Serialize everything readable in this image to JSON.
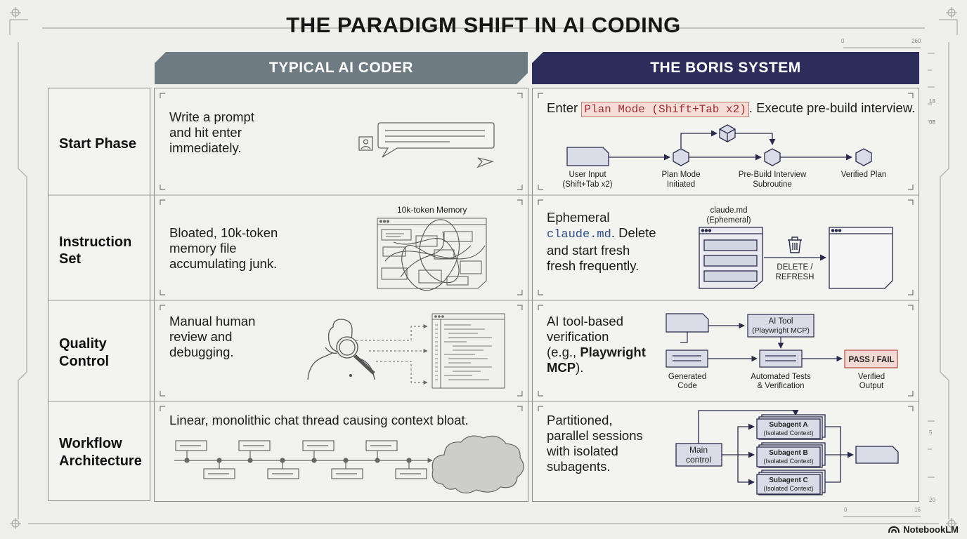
{
  "title": "THE PARADIGM SHIFT IN AI CODING",
  "columns": {
    "typical": "TYPICAL AI CODER",
    "boris": "THE BORIS SYSTEM"
  },
  "rows": {
    "start": {
      "label": "Start Phase"
    },
    "instruction": {
      "label_line1": "Instruction",
      "label_line2": "Set"
    },
    "quality": {
      "label_line1": "Quality",
      "label_line2": "Control"
    },
    "workflow": {
      "label_line1": "Workflow",
      "label_line2": "Architecture"
    }
  },
  "typical": {
    "start": {
      "line1": "Write a prompt",
      "line2": "and hit enter",
      "line3": "immediately."
    },
    "instruction": {
      "line1": "Bloated, 10k-token",
      "line2": "memory file",
      "line3": "accumulating junk.",
      "diagram_label": "10k-token Memory"
    },
    "quality": {
      "line1": "Manual human",
      "line2": "review and",
      "line3": "debugging."
    },
    "workflow": {
      "text": "Linear, monolithic chat thread causing context bloat."
    }
  },
  "boris": {
    "start": {
      "prefix": "Enter ",
      "highlight": "Plan Mode (Shift+Tab x2)",
      "suffix": ". Execute pre-build interview.",
      "nodes": {
        "user_input_1": "User Input",
        "user_input_2": "(Shift+Tab x2)",
        "plan_mode_1": "Plan Mode",
        "plan_mode_2": "Initiated",
        "interview_1": "Pre-Build Interview",
        "interview_2": "Subroutine",
        "verified": "Verified Plan"
      }
    },
    "instruction": {
      "line1": "Ephemeral",
      "code": "claude.md",
      "line2_suffix": ". Delete",
      "line3": "and start fresh",
      "line4": "fresh frequently.",
      "file_label_1": "claude.md",
      "file_label_2": "(Ephemeral)",
      "action_1": "DELETE /",
      "action_2": "REFRESH"
    },
    "quality": {
      "line1": "AI tool-based",
      "line2": "verification",
      "line3_prefix": "(e.g., ",
      "line3_bold": "Playwright",
      "line4_bold": "MCP",
      "line4_suffix": ").",
      "tool_1": "AI Tool",
      "tool_2": "(Playwright MCP)",
      "pass_fail": "PASS / FAIL",
      "generated_1": "Generated",
      "generated_2": "Code",
      "tests_1": "Automated Tests",
      "tests_2": "& Verification",
      "output_1": "Verified",
      "output_2": "Output"
    },
    "workflow": {
      "line1": "Partitioned,",
      "line2": "parallel sessions",
      "line3": "with isolated",
      "line4": "subagents.",
      "main_1": "Main",
      "main_2": "control",
      "sub_a": "Subagent A",
      "sub_b": "Subagent B",
      "sub_c": "Subagent C",
      "isolated": "(Isolated Context)"
    }
  },
  "scale_marks": {
    "top_left": "0",
    "top_right": "260",
    "side_1": "18",
    "side_2": "08",
    "side_3": "5",
    "side_4": "20",
    "bottom_left": "0",
    "bottom_right": "16"
  },
  "brand": "NotebookLM",
  "colors": {
    "typical_header": "#6f7b82",
    "boris_header": "#2c2d5a",
    "highlight": "#9b3030",
    "box_fill": "#d9dce6"
  }
}
